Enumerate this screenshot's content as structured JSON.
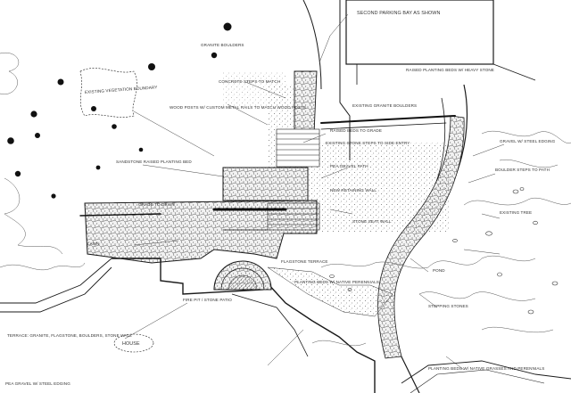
{
  "drawing": {
    "ink_color": "#1a1a1a",
    "paper_color": "#ffffff",
    "labels": {
      "parking_bay": "Second parking bay as shown",
      "existing_vegetation": "Existing vegetation boundary",
      "granite_boulders": "Granite boulders",
      "raised_planting_beds": "Raised planting beds w/ heavy stone",
      "wood_posts": "Wood posts w/ custom metal rails to match wood posts",
      "concrete_steps": "Concrete steps to match",
      "raised_beds_grade": "Raised beds to grade",
      "existing_boulders": "Existing granite boulders",
      "steps_entry": "Existing stone steps to side entry",
      "gravel_path": "Pea gravel path",
      "sandstone": "Sandstone raised planting bed",
      "grade_drain": "Grade to drain",
      "new_retaining": "New retaining wall",
      "seat_wall": "Stone seat wall",
      "gravel_edging": "Gravel w/ steel edging",
      "boulder_steps": "Boulder steps to path",
      "existing_tree": "Existing tree",
      "pond": "Pond",
      "flagstone_terrace": "Flagstone terrace",
      "planting_beds_lower": "Planting beds w/ native perennials",
      "stepping_stones": "Stepping stones",
      "house": "House",
      "terrace_notes": "Terrace: granite, flagstone, boulders, stone wall",
      "fire_pit": "Fire pit / stone patio",
      "lawn": "Lawn",
      "bottom_note": "Pea gravel w/ steel edging",
      "right_notes": "Planting beds w/ native grasses and perennials"
    }
  }
}
